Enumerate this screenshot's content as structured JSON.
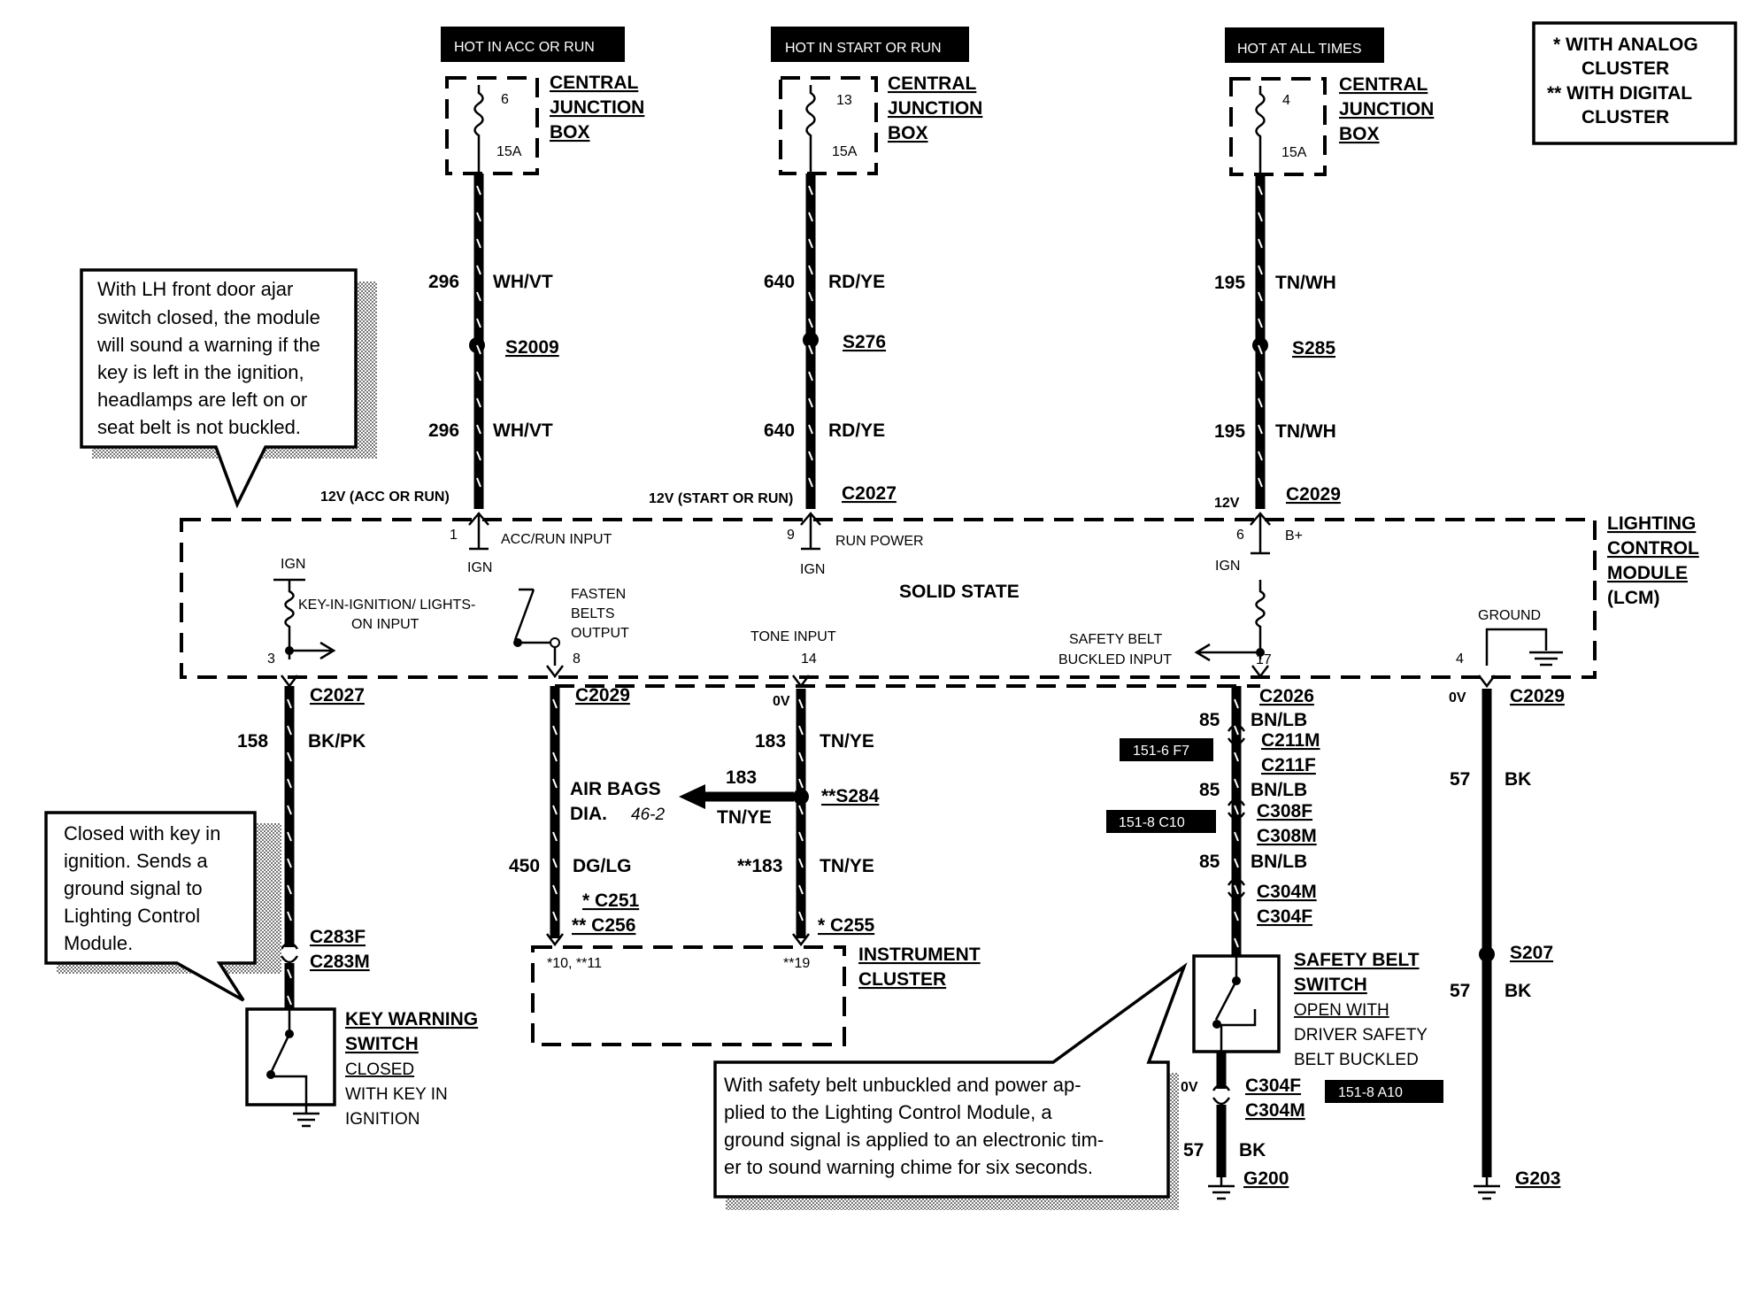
{
  "legend": {
    "line1": "* WITH ANALOG",
    "line2": "CLUSTER",
    "line3": "** WITH DIGITAL",
    "line4": "CLUSTER"
  },
  "fuses": [
    {
      "header": "HOT IN ACC OR RUN",
      "fuse_no": "6",
      "rating": "15A",
      "label1": "CENTRAL",
      "label2": "JUNCTION",
      "label3": "BOX"
    },
    {
      "header": "HOT IN START OR RUN",
      "fuse_no": "13",
      "rating": "15A",
      "label1": "CENTRAL",
      "label2": "JUNCTION",
      "label3": "BOX"
    },
    {
      "header": "HOT AT ALL TIMES",
      "fuse_no": "4",
      "rating": "15A",
      "label1": "CENTRAL",
      "label2": "JUNCTION",
      "label3": "BOX"
    }
  ],
  "feeds": [
    {
      "circuit": "296",
      "color": "WH/VT",
      "splice": "S2009",
      "circuit2": "296",
      "color2": "WH/VT",
      "voltage": "12V (ACC OR RUN)",
      "connector": ""
    },
    {
      "circuit": "640",
      "color": "RD/YE",
      "splice": "S276",
      "circuit2": "640",
      "color2": "RD/YE",
      "voltage": "12V (START OR RUN)",
      "connector": "C2027"
    },
    {
      "circuit": "195",
      "color": "TN/WH",
      "splice": "S285",
      "circuit2": "195",
      "color2": "TN/WH",
      "voltage": "12V",
      "connector": "C2029"
    }
  ],
  "notes": {
    "door_ajar": [
      "With LH front  door ajar",
      "switch closed, the module",
      "will sound a warning if the",
      "key is left in the ignition,",
      "headlamps are left on or",
      "seat belt is not buckled."
    ],
    "key_switch": [
      "Closed with key in",
      "ignition. Sends a",
      "ground signal to",
      "Lighting Control",
      "Module."
    ],
    "belt_chime": [
      "With safety belt unbuckled and power ap-",
      "plied to the Lighting Control Module, a",
      "ground signal is applied to an electronic tim-",
      "er to sound warning chime for six seconds."
    ]
  },
  "lcm": {
    "name1": "LIGHTING",
    "name2": "CONTROL",
    "name3": "MODULE",
    "name4": "(LCM)",
    "solid_state": "SOLID STATE",
    "pin1": "1",
    "pin1_label": "ACC/RUN INPUT",
    "pin1_ign": "IGN",
    "pin9": "9",
    "pin9_label": "RUN POWER",
    "pin9_ign": "IGN",
    "pin6": "6",
    "pin6_label": "B+",
    "pin6_ign": "IGN",
    "pin3": "3",
    "pin3_ign": "IGN",
    "pin3_label1": "KEY-IN-IGNITION/ LIGHTS-",
    "pin3_label2": "ON INPUT",
    "pin8": "8",
    "pin8_label1": "FASTEN",
    "pin8_label2": "BELTS",
    "pin8_label3": "OUTPUT",
    "pin14": "14",
    "pin14_label": "TONE INPUT",
    "pin17": "17",
    "pin17_label1": "SAFETY BELT",
    "pin17_label2": "BUCKLED INPUT",
    "pin4": "4",
    "pin4_label": "GROUND"
  },
  "key_circuit": {
    "connector": "C2027",
    "circuit": "158",
    "color": "BK/PK",
    "conn_f": "C283F",
    "conn_m": "C283M",
    "switch1": "KEY WARNING",
    "switch2": "SWITCH",
    "switch3": "CLOSED",
    "switch4": "WITH KEY IN",
    "switch5": "IGNITION"
  },
  "belt_output": {
    "connector": "C2029",
    "circuit": "450",
    "color": "DG/LG",
    "air_bags": "AIR BAGS",
    "dia": "DIA.",
    "dia_ref": "46-2",
    "conn_a": "* C251",
    "conn_b": "** C256"
  },
  "tone": {
    "voltage": "0V",
    "circuit": "183",
    "color": "TN/YE",
    "branch_circuit": "183",
    "branch_color": "TN/YE",
    "splice": "**S284",
    "circuit2": "**183",
    "color2": "TN/YE",
    "connector": "* C255"
  },
  "cluster": {
    "name1": "INSTRUMENT",
    "name2": "CLUSTER",
    "pins_left": "*10, **11",
    "pins_right": "**19"
  },
  "belt_input": {
    "connector": "C2026",
    "circuit1": "85",
    "color1": "BN/LB",
    "c211m": "C211M",
    "c211f": "C211F",
    "ref1": "151-6 F7",
    "circuit2": "85",
    "color2": "BN/LB",
    "c308f": "C308F",
    "c308m": "C308M",
    "ref2": "151-8 C10",
    "circuit3": "85",
    "color3": "BN/LB",
    "c304m": "C304M",
    "c304f": "C304F",
    "switch1": "SAFETY BELT",
    "switch2": "SWITCH",
    "switch3": "OPEN WITH",
    "switch4": "DRIVER SAFETY",
    "switch5": "BELT BUCKLED",
    "ref3": "151-8 A10",
    "voltage": "0V",
    "c304f_b": "C304F",
    "c304m_b": "C304M",
    "circuit4": "57",
    "color4": "BK",
    "ground": "G200"
  },
  "ground_circuit": {
    "voltage": "0V",
    "connector": "C2029",
    "circuit": "57",
    "color": "BK",
    "splice": "S207",
    "circuit2": "57",
    "color2": "BK",
    "ground": "G203"
  }
}
